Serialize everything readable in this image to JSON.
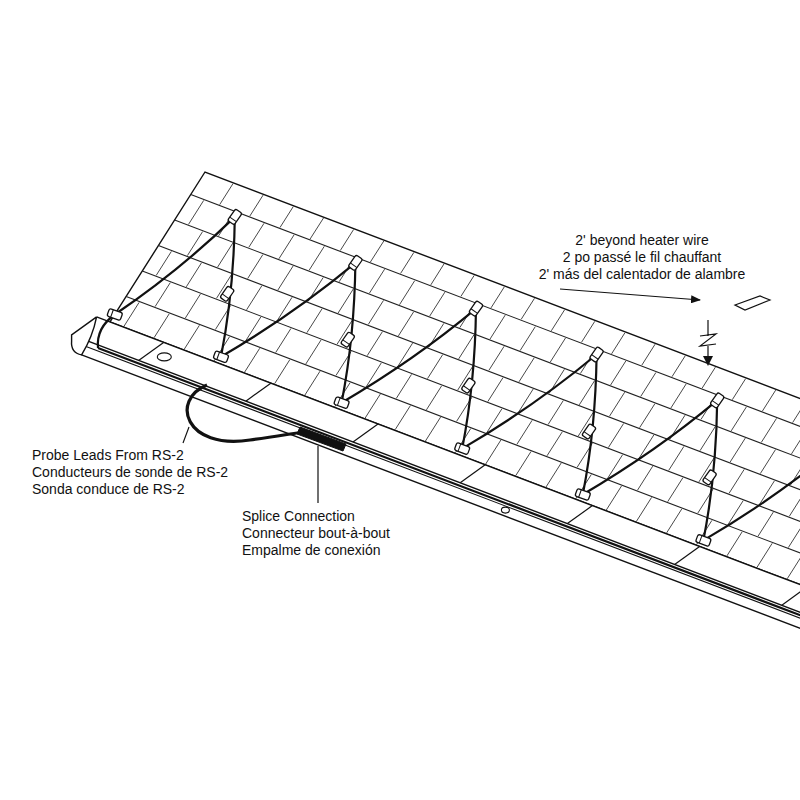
{
  "diagram": {
    "labels": [
      "2' beyond heater wire",
      "2 po passé le fil chauffant",
      "2' más del calentador de alambre",
      "Probe Leads From RS-2",
      "Conducteurs de sonde de RS-2",
      "Sonda conduce de RS-2",
      "Splice Connection",
      "Connecteur bout-à-bout",
      "Empalme de conexión"
    ]
  }
}
